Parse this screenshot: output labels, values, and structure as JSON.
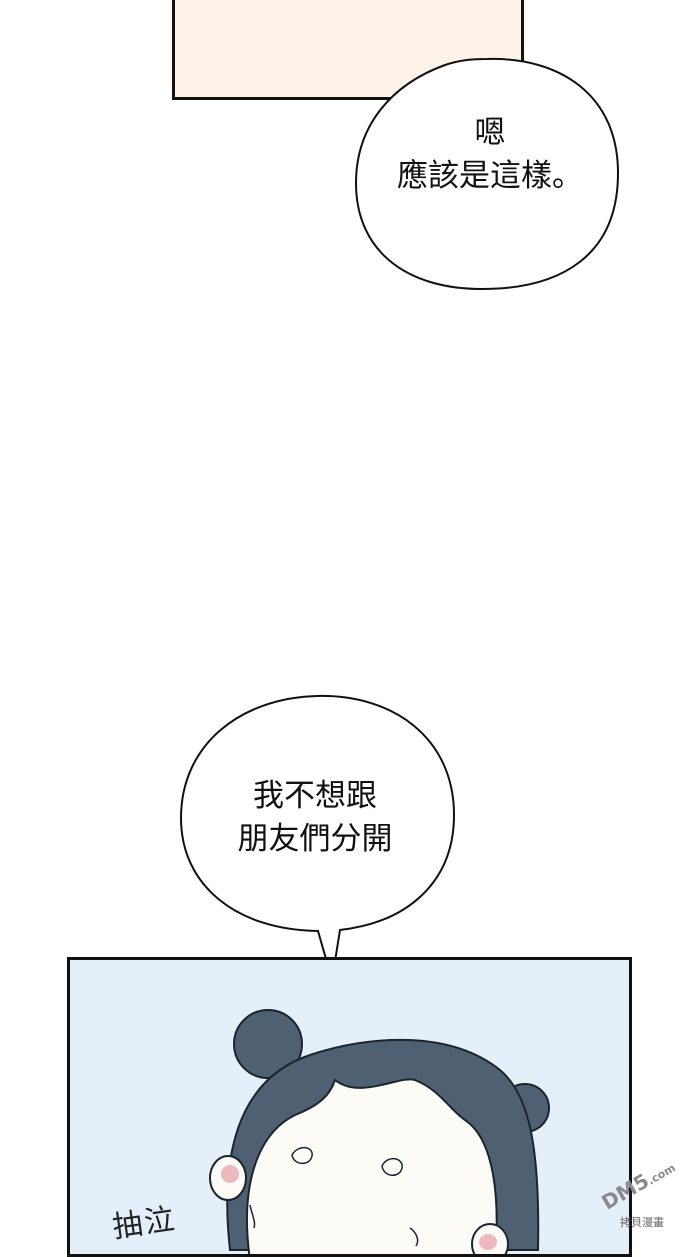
{
  "bubble_1": {
    "line_1": "嗯",
    "line_2": "應該是這樣。"
  },
  "bubble_2": {
    "line_1": "我不想跟",
    "line_2": "朋友們分開"
  },
  "sfx": "抽泣",
  "watermark": {
    "logo": "DM5",
    "domain": ".com",
    "caption": "拷貝漫畫"
  },
  "colors": {
    "panel_top_bg": "#fdf3e9",
    "panel_bottom_bg": "#e4effa",
    "hair": "#4e6072",
    "skin": "#fdfbf6",
    "blush": "#eeb8bf"
  }
}
